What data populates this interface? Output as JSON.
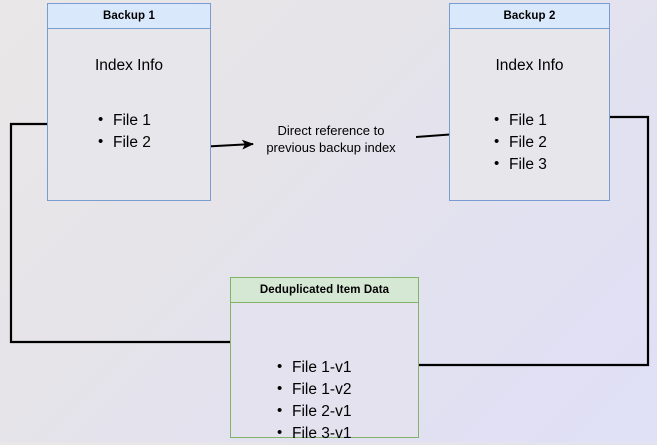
{
  "diagram": {
    "title_alt": "Backup deduplication index reference diagram",
    "background_colors": {
      "top_left": "#e9e7e7",
      "bottom_right": "#e0e0f7"
    },
    "nodes": [
      {
        "id": "backup1",
        "header": "Backup 1",
        "body_label": "Index Info",
        "items": [
          "File 1",
          "File 2"
        ],
        "border_color": "#7a9dd1",
        "header_fill": "#dae8fc"
      },
      {
        "id": "backup2",
        "header": "Backup 2",
        "body_label": "Index Info",
        "items": [
          "File 1",
          "File 2",
          "File 3"
        ],
        "border_color": "#7a9dd1",
        "header_fill": "#dae8fc"
      },
      {
        "id": "dedup",
        "header": "Deduplicated Item Data",
        "body_label": "",
        "items": [
          "File 1-v1",
          "File 1-v2",
          "File 2-v1",
          "File 3-v1"
        ],
        "border_color": "#82b366",
        "header_fill": "#d5e8d4"
      }
    ],
    "annotations": {
      "mid_label_line1": "Direct reference to",
      "mid_label_line2": "previous backup index"
    },
    "connectors": [
      {
        "name": "backup2-index-to-backup1-index",
        "from": "Backup 2 File 2",
        "to": "Backup 1 File 2",
        "arrowhead": "left",
        "color": "#000000"
      },
      {
        "name": "backup1-file1-to-dedup-file1v1",
        "from": "Backup 1 File 1",
        "to": "Deduplicated Item Data File 1-v1",
        "arrowhead": "right",
        "color": "#000000"
      },
      {
        "name": "backup2-file1-to-dedup-file1v2",
        "from": "Backup 2 File 1",
        "to": "Deduplicated Item Data File 1-v2",
        "arrowhead": "left",
        "color": "#000000"
      }
    ]
  }
}
